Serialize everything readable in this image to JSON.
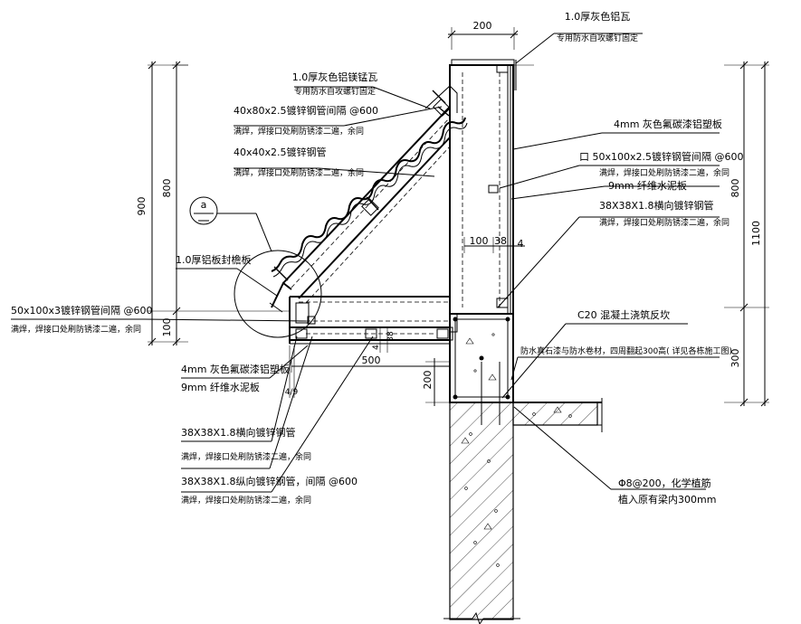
{
  "dimensions": {
    "d200_top": "200",
    "d900": "900",
    "d800_left": "800",
    "d100_left": "100",
    "d800_right": "800",
    "d1100": "1100",
    "d300": "300",
    "d100_mid": "100",
    "d38": "38",
    "d4_right": "4",
    "d500": "500",
    "d200_low": "200",
    "d4_low": "4",
    "d38_low": "38",
    "d49": "4/9"
  },
  "labels": {
    "top_tile_1": "1.0厚灰色铝瓦",
    "top_tile_2": "专用防水自攻螺钉固定",
    "mg_tile_1": "1.0厚灰色铝镁锰瓦",
    "mg_tile_2": "专用防水自攻螺钉固定",
    "pipe40x80_1": "40x80x2.5镀锌钢管间隔 @600",
    "pipe40x80_2": "满焊，焊接口处刷防锈漆二遍，余同",
    "pipe40x40_1": "40x40x2.5镀锌钢管",
    "pipe40x40_2": "满焊，焊接口处刷防锈漆二遍，余同",
    "fascia": "1.0厚铝板封檐板",
    "callout": "a",
    "pipe50x100x3_1": "50x100x3镀锌钢管间隔 @600",
    "pipe50x100x3_2": "满焊，焊接口处刷防锈漆二遍，余同",
    "panel4mm_low": "4mm 灰色氟碳漆铝塑板",
    "board9mm_low": "9mm 纤维水泥板",
    "pipe38_h_1": "38X38X1.8横向镀锌钢管",
    "pipe38_h_2": "满焊，焊接口处刷防锈漆二遍，余同",
    "pipe38_v_1": "38X38X1.8纵向镀锌钢管，间隔 @600",
    "pipe38_v_2": "满焊，焊接口处刷防锈漆二遍，余同",
    "panel4mm_right": "4mm 灰色氟碳漆铝塑板",
    "pipe50x100_1": "口 50x100x2.5镀锌钢管间隔 @600",
    "pipe50x100_2": "满焊，焊接口处刷防锈漆二遍，余同",
    "board9mm_right": "9mm 纤维水泥板",
    "pipe38_r_1": "38X38X1.8横向镀锌钢管",
    "pipe38_r_2": "满焊，焊接口处刷防锈漆二遍，余同",
    "c20": "C20 混凝土浇筑反坎",
    "waterproof": "防水真石漆与防水卷材，四周翻起300高( 详见各栋施工图)",
    "rebar_1": "Φ8@200，化学植筋",
    "rebar_2": "植入原有梁内300mm"
  }
}
